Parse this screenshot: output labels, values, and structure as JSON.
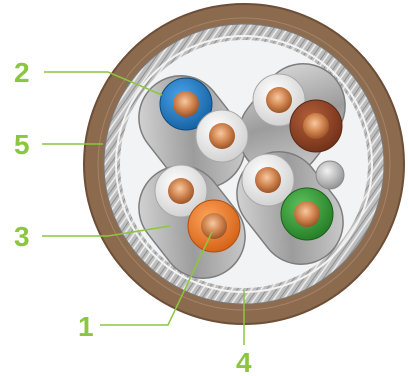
{
  "callouts": [
    {
      "id": "1",
      "label": "1",
      "part": "conductor-with-insulation"
    },
    {
      "id": "2",
      "label": "2",
      "part": "twisted-pair"
    },
    {
      "id": "3",
      "label": "3",
      "part": "pair-foil-shield"
    },
    {
      "id": "4",
      "label": "4",
      "part": "braided-shield"
    },
    {
      "id": "5",
      "label": "5",
      "part": "outer-jacket"
    }
  ],
  "colors": {
    "callout": "#8cc63f",
    "jacket": "#8b6a4e",
    "jacket_edge": "#6d4f38",
    "braid": "#c9c9c9",
    "core_fill": "#f4f5f6",
    "copper": "#c9773f",
    "copper_light": "#f0b88a",
    "pair_blue": "#1f78c8",
    "pair_white": "#eeeeee",
    "pair_brown": "#8a3f22",
    "pair_orange": "#ee7a28",
    "pair_green": "#3a9a3a",
    "foil": "#9a9a9a",
    "drain_wire": "#b5b5b5"
  },
  "pairs": [
    {
      "name": "blue-pair",
      "conductors": [
        "blue",
        "white"
      ]
    },
    {
      "name": "brown-pair",
      "conductors": [
        "white",
        "brown"
      ]
    },
    {
      "name": "orange-pair",
      "conductors": [
        "white",
        "orange"
      ]
    },
    {
      "name": "green-pair",
      "conductors": [
        "white",
        "green"
      ]
    }
  ],
  "drain_wire": true
}
